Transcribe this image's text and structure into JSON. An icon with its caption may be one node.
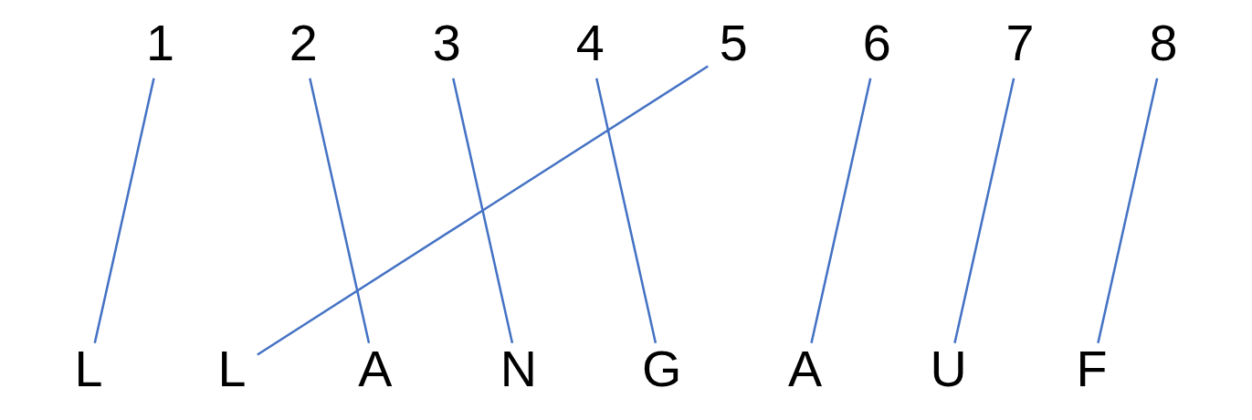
{
  "diagram": {
    "nodes": [
      {
        "text": [
          "1"
        ]
      },
      {
        "text": [
          "2"
        ]
      },
      {
        "text": [
          "3"
        ]
      },
      {
        "text": [
          "4"
        ]
      },
      {
        "text": [
          "5"
        ]
      },
      {
        "text": [
          "6"
        ]
      },
      {
        "text": [
          "7"
        ]
      },
      {
        "text": [
          "8"
        ]
      },
      {
        "text": [
          "L"
        ]
      },
      {
        "text": [
          "L"
        ]
      },
      {
        "text": [
          "A"
        ]
      },
      {
        "text": [
          "N"
        ]
      },
      {
        "text": [
          "G"
        ]
      },
      {
        "text": [
          "A"
        ]
      },
      {
        "text": [
          "U"
        ]
      },
      {
        "text": [
          "F"
        ]
      }
    ],
    "edges": [
      {
        "from": 0,
        "to": 8,
        "arrow": "none"
      },
      {
        "from": 1,
        "to": 10,
        "arrow": "none"
      },
      {
        "from": 2,
        "to": 11,
        "arrow": "none"
      },
      {
        "from": 3,
        "to": 12,
        "arrow": "none"
      },
      {
        "from": 4,
        "to": 9,
        "arrow": "none"
      },
      {
        "from": 5,
        "to": 13,
        "arrow": "none"
      },
      {
        "from": 6,
        "to": 14,
        "arrow": "none"
      },
      {
        "from": 7,
        "to": 15,
        "arrow": "none"
      }
    ]
  }
}
